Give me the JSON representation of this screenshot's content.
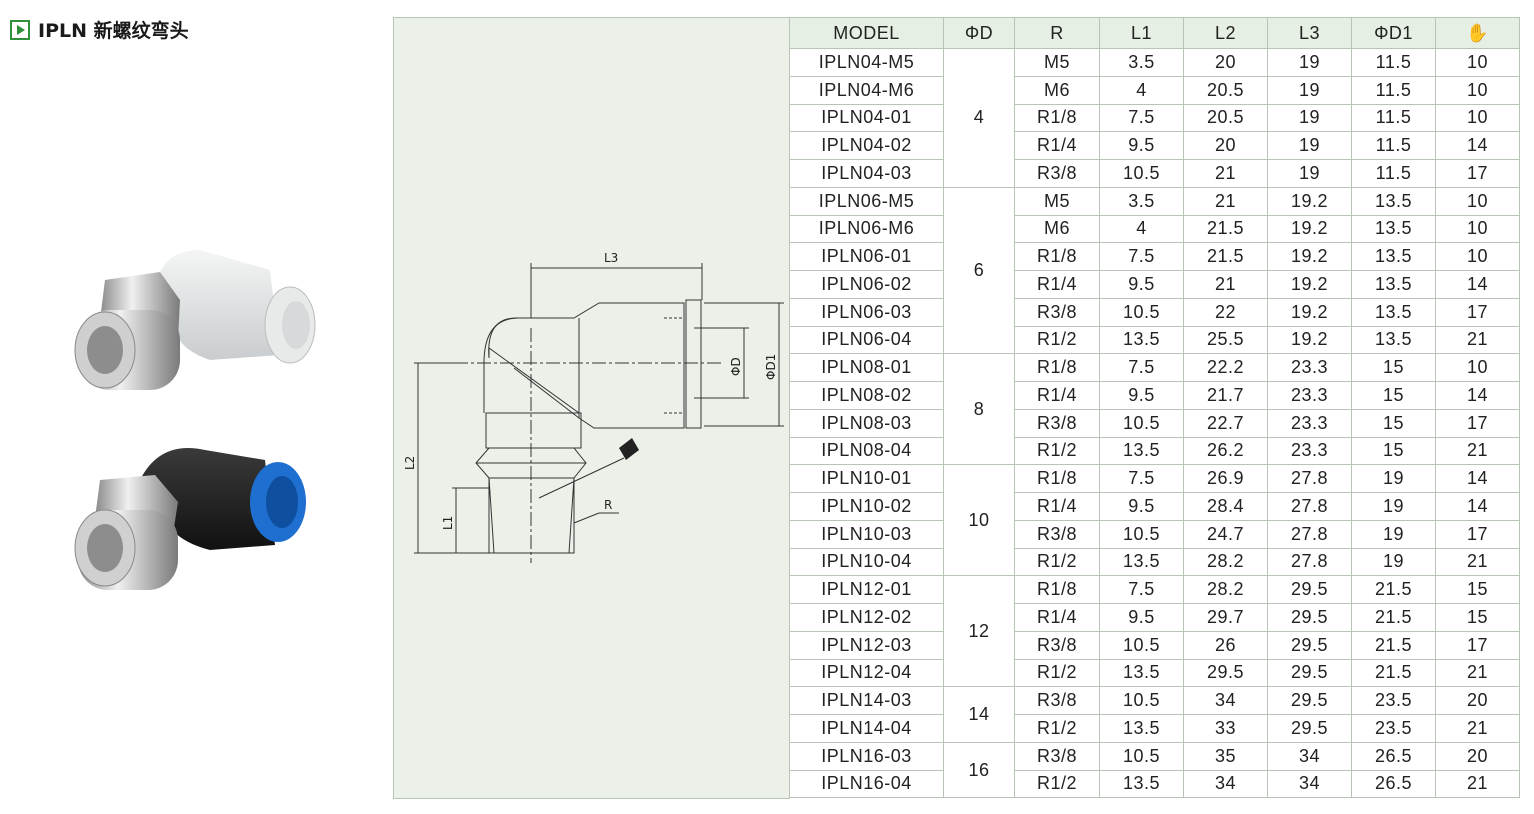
{
  "header": {
    "title": "IPLN 新螺纹弯头",
    "icon": "play-icon"
  },
  "drawing_labels": {
    "l3": "L3",
    "d": "ΦD",
    "d1": "ΦD1",
    "l2": "L2",
    "l1": "L1",
    "r": "R"
  },
  "table": {
    "columns": [
      "MODEL",
      "ΦD",
      "R",
      "L1",
      "L2",
      "L3",
      "ΦD1",
      "✋"
    ],
    "groups": [
      {
        "d": "4",
        "rows": [
          [
            "IPLN04-M5",
            "M5",
            "3.5",
            "20",
            "19",
            "11.5",
            "10"
          ],
          [
            "IPLN04-M6",
            "M6",
            "4",
            "20.5",
            "19",
            "11.5",
            "10"
          ],
          [
            "IPLN04-01",
            "R1/8",
            "7.5",
            "20.5",
            "19",
            "11.5",
            "10"
          ],
          [
            "IPLN04-02",
            "R1/4",
            "9.5",
            "20",
            "19",
            "11.5",
            "14"
          ],
          [
            "IPLN04-03",
            "R3/8",
            "10.5",
            "21",
            "19",
            "11.5",
            "17"
          ]
        ]
      },
      {
        "d": "6",
        "rows": [
          [
            "IPLN06-M5",
            "M5",
            "3.5",
            "21",
            "19.2",
            "13.5",
            "10"
          ],
          [
            "IPLN06-M6",
            "M6",
            "4",
            "21.5",
            "19.2",
            "13.5",
            "10"
          ],
          [
            "IPLN06-01",
            "R1/8",
            "7.5",
            "21.5",
            "19.2",
            "13.5",
            "10"
          ],
          [
            "IPLN06-02",
            "R1/4",
            "9.5",
            "21",
            "19.2",
            "13.5",
            "14"
          ],
          [
            "IPLN06-03",
            "R3/8",
            "10.5",
            "22",
            "19.2",
            "13.5",
            "17"
          ],
          [
            "IPLN06-04",
            "R1/2",
            "13.5",
            "25.5",
            "19.2",
            "13.5",
            "21"
          ]
        ]
      },
      {
        "d": "8",
        "rows": [
          [
            "IPLN08-01",
            "R1/8",
            "7.5",
            "22.2",
            "23.3",
            "15",
            "10"
          ],
          [
            "IPLN08-02",
            "R1/4",
            "9.5",
            "21.7",
            "23.3",
            "15",
            "14"
          ],
          [
            "IPLN08-03",
            "R3/8",
            "10.5",
            "22.7",
            "23.3",
            "15",
            "17"
          ],
          [
            "IPLN08-04",
            "R1/2",
            "13.5",
            "26.2",
            "23.3",
            "15",
            "21"
          ]
        ]
      },
      {
        "d": "10",
        "rows": [
          [
            "IPLN10-01",
            "R1/8",
            "7.5",
            "26.9",
            "27.8",
            "19",
            "14"
          ],
          [
            "IPLN10-02",
            "R1/4",
            "9.5",
            "28.4",
            "27.8",
            "19",
            "14"
          ],
          [
            "IPLN10-03",
            "R3/8",
            "10.5",
            "24.7",
            "27.8",
            "19",
            "17"
          ],
          [
            "IPLN10-04",
            "R1/2",
            "13.5",
            "28.2",
            "27.8",
            "19",
            "21"
          ]
        ]
      },
      {
        "d": "12",
        "rows": [
          [
            "IPLN12-01",
            "R1/8",
            "7.5",
            "28.2",
            "29.5",
            "21.5",
            "15"
          ],
          [
            "IPLN12-02",
            "R1/4",
            "9.5",
            "29.7",
            "29.5",
            "21.5",
            "15"
          ],
          [
            "IPLN12-03",
            "R3/8",
            "10.5",
            "26",
            "29.5",
            "21.5",
            "17"
          ],
          [
            "IPLN12-04",
            "R1/2",
            "13.5",
            "29.5",
            "29.5",
            "21.5",
            "21"
          ]
        ]
      },
      {
        "d": "14",
        "rows": [
          [
            "IPLN14-03",
            "R3/8",
            "10.5",
            "34",
            "29.5",
            "23.5",
            "20"
          ],
          [
            "IPLN14-04",
            "R1/2",
            "13.5",
            "33",
            "29.5",
            "23.5",
            "21"
          ]
        ]
      },
      {
        "d": "16",
        "rows": [
          [
            "IPLN16-03",
            "R3/8",
            "10.5",
            "35",
            "34",
            "26.5",
            "20"
          ],
          [
            "IPLN16-04",
            "R1/2",
            "13.5",
            "34",
            "34",
            "26.5",
            "21"
          ]
        ]
      }
    ]
  }
}
